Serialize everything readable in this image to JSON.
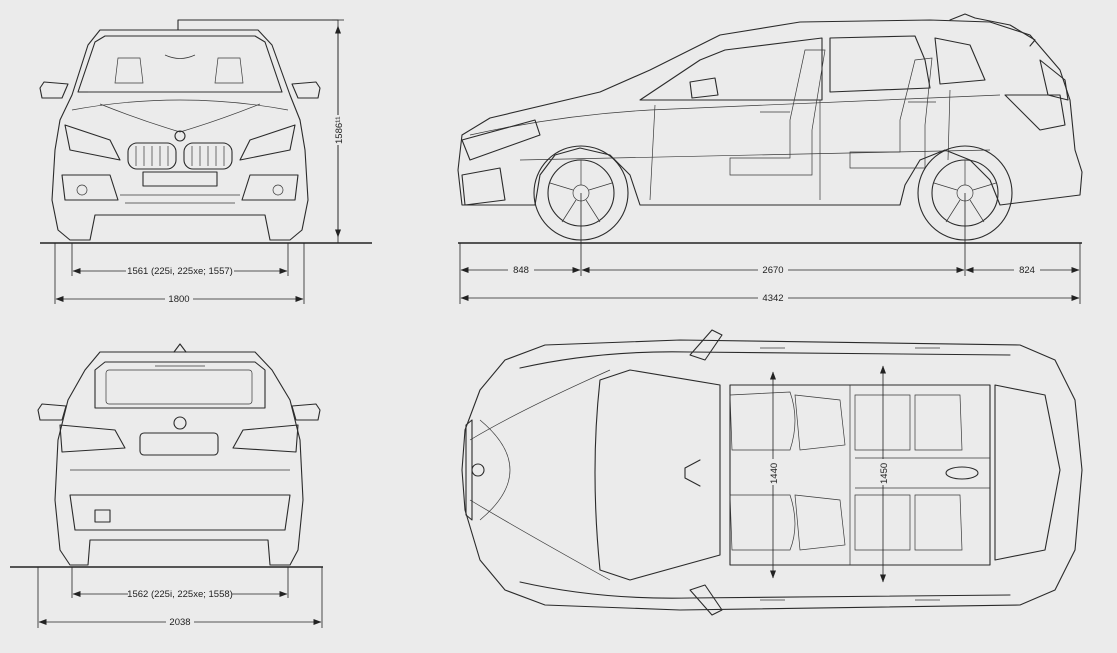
{
  "front_view": {
    "track_front": "1561 (225i, 225xe; 1557)",
    "width": "1800",
    "height": "1586¹¹"
  },
  "side_view": {
    "front_overhang": "848",
    "wheelbase": "2670",
    "rear_overhang": "824",
    "length": "4342"
  },
  "rear_view": {
    "track_rear": "1562 (225i, 225xe; 1558)",
    "width_mirrors": "2038"
  },
  "top_view": {
    "front_interior_width": "1440",
    "rear_interior_width": "1450"
  },
  "colors": {
    "background": "#ebebeb",
    "line": "#2b2b2b"
  }
}
